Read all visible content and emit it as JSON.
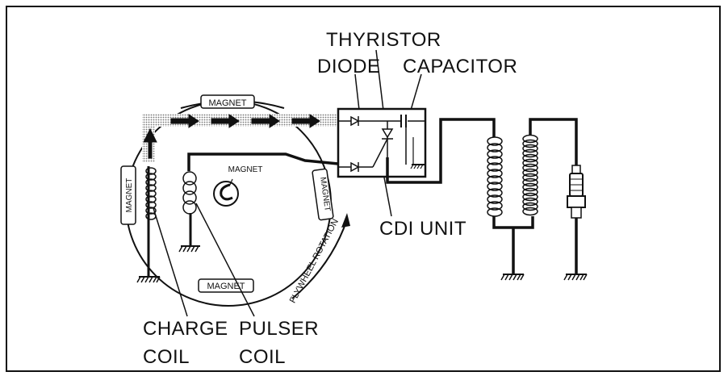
{
  "labels": {
    "thyristor": "THYRISTOR",
    "diode": "DIODE",
    "capacitor": "CAPACITOR",
    "cdi_unit": "CDI UNIT",
    "charge_coil_line1": "CHARGE",
    "charge_coil_line2": "COIL",
    "pulser_coil_line1": "PULSER",
    "pulser_coil_line2": "COIL"
  },
  "magnets": {
    "top": "MAGNET",
    "left": "MAGNET",
    "right": "MAGNET",
    "bottom": "MAGNET",
    "center": "MAGNET"
  },
  "flywheel_rotation": "FLYWHEEL ROTATION"
}
